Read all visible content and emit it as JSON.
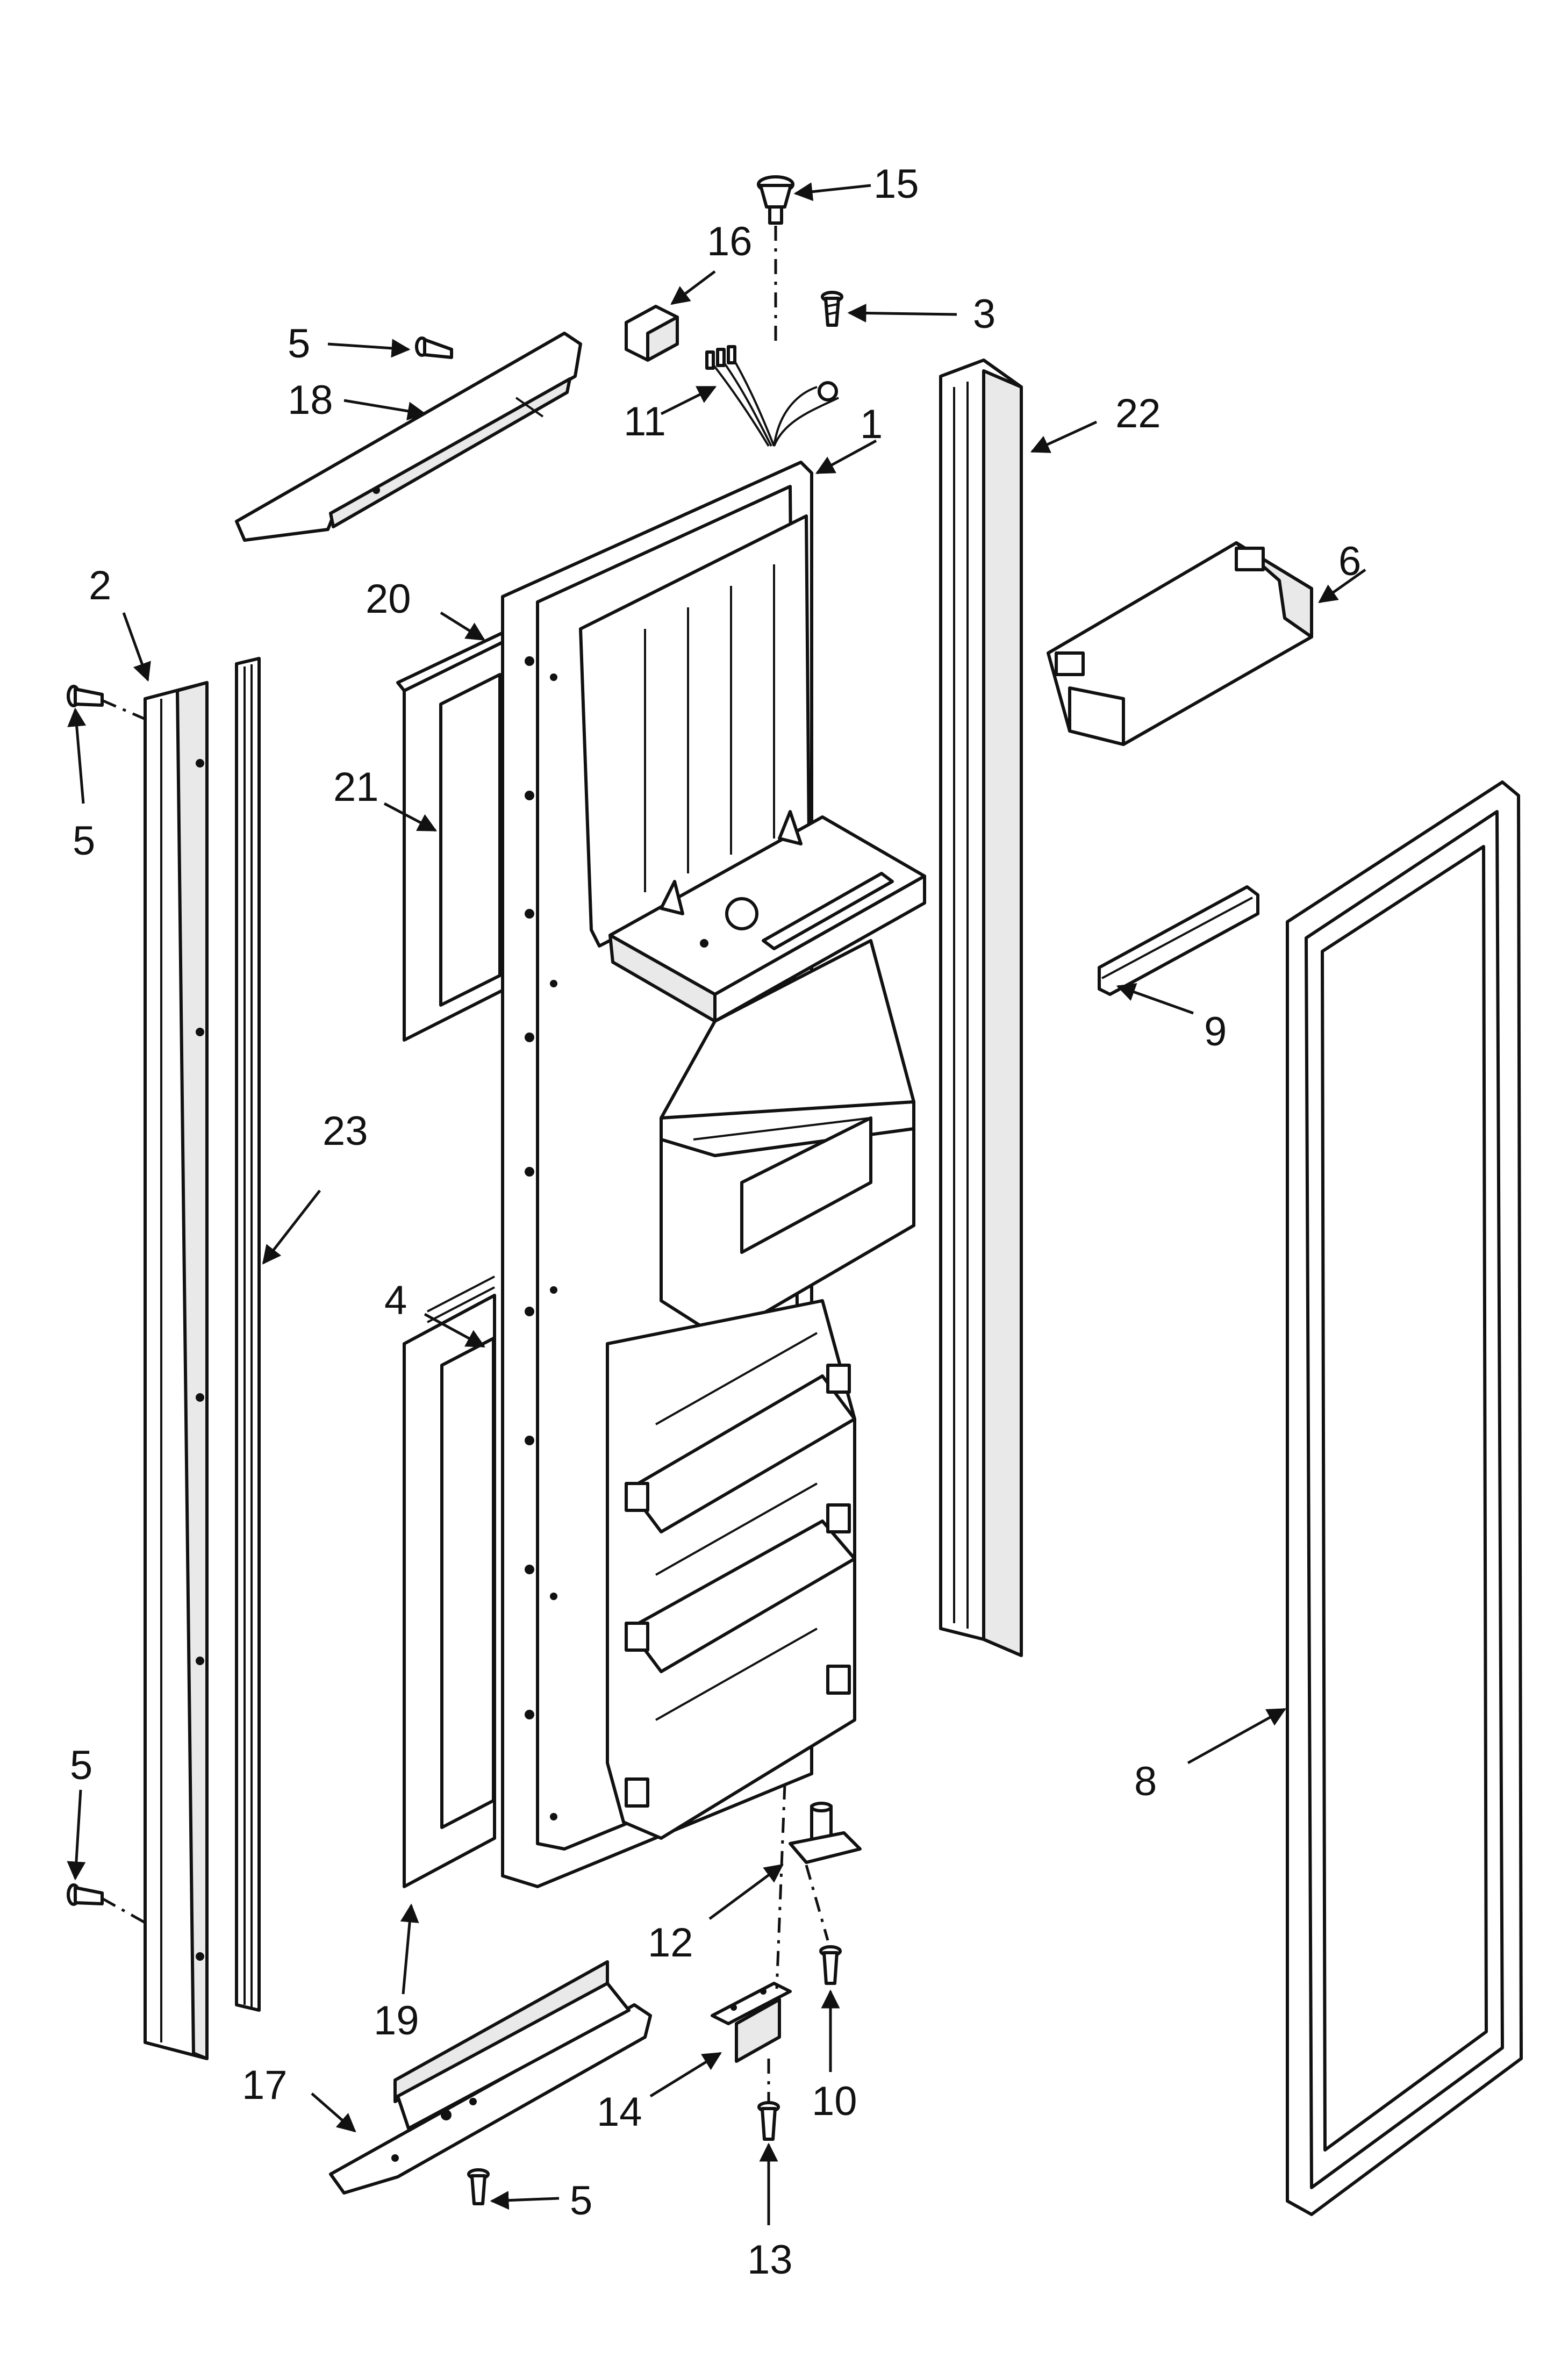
{
  "callouts": [
    {
      "id": "c1",
      "text": "1"
    },
    {
      "id": "c2",
      "text": "2"
    },
    {
      "id": "c3",
      "text": "3"
    },
    {
      "id": "c4",
      "text": "4"
    },
    {
      "id": "c5a",
      "text": "5"
    },
    {
      "id": "c5b",
      "text": "5"
    },
    {
      "id": "c5c",
      "text": "5"
    },
    {
      "id": "c5d",
      "text": "5"
    },
    {
      "id": "c6",
      "text": "6"
    },
    {
      "id": "c8",
      "text": "8"
    },
    {
      "id": "c9",
      "text": "9"
    },
    {
      "id": "c10",
      "text": "10"
    },
    {
      "id": "c11",
      "text": "11"
    },
    {
      "id": "c12",
      "text": "12"
    },
    {
      "id": "c13",
      "text": "13"
    },
    {
      "id": "c14",
      "text": "14"
    },
    {
      "id": "c15",
      "text": "15"
    },
    {
      "id": "c16",
      "text": "16"
    },
    {
      "id": "c17",
      "text": "17"
    },
    {
      "id": "c18",
      "text": "18"
    },
    {
      "id": "c19",
      "text": "19"
    },
    {
      "id": "c20",
      "text": "20"
    },
    {
      "id": "c21",
      "text": "21"
    },
    {
      "id": "c22",
      "text": "22"
    },
    {
      "id": "c23",
      "text": "23"
    }
  ]
}
